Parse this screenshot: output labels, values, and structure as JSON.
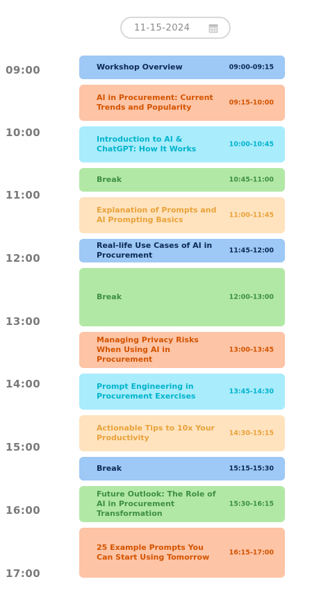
{
  "date_picker": {
    "value": "11-15-2024",
    "icon": "calendar-icon"
  },
  "hours": [
    "09:00",
    "10:00",
    "11:00",
    "12:00",
    "13:00",
    "14:00",
    "15:00",
    "16:00",
    "17:00"
  ],
  "events": [
    {
      "title": "Workshop Overview",
      "time": "09:00-09:15",
      "color": "blue"
    },
    {
      "title": "AI in Procurement: Current Trends and Popularity",
      "time": "09:15-10:00",
      "color": "orange"
    },
    {
      "title": "Introduction to AI & ChatGPT: How It Works",
      "time": "10:00-10:45",
      "color": "cyan"
    },
    {
      "title": "Break",
      "time": "10:45-11:00",
      "color": "green"
    },
    {
      "title": "Explanation of Prompts and AI Prompting Basics",
      "time": "11:00-11:45",
      "color": "peach"
    },
    {
      "title": "Real-life Use Cases of AI in Procurement",
      "time": "11:45-12:00",
      "color": "blue"
    },
    {
      "title": "Break",
      "time": "12:00-13:00",
      "color": "green"
    },
    {
      "title": "Managing Privacy Risks When Using AI in Procurement",
      "time": "13:00-13:45",
      "color": "orange"
    },
    {
      "title": "Prompt Engineering in Procurement Exercises",
      "time": "13:45-14:30",
      "color": "cyan"
    },
    {
      "title": "Actionable Tips to 10x Your Productivity",
      "time": "14:30-15:15",
      "color": "peach"
    },
    {
      "title": "Break",
      "time": "15:15-15:30",
      "color": "blue"
    },
    {
      "title": "Future Outlook: The Role of AI in Procurement Transformation",
      "time": "15:30-16:15",
      "color": "green"
    },
    {
      "title": "25 Example Prompts You Can Start Using Tomorrow",
      "time": "16:15-17:00",
      "color": "orange"
    }
  ],
  "colors": {
    "blue": "#9ec8f5",
    "orange": "#fdc4a6",
    "cyan": "#a9ecfc",
    "green": "#b2e8a6",
    "peach": "#ffe3bf"
  }
}
